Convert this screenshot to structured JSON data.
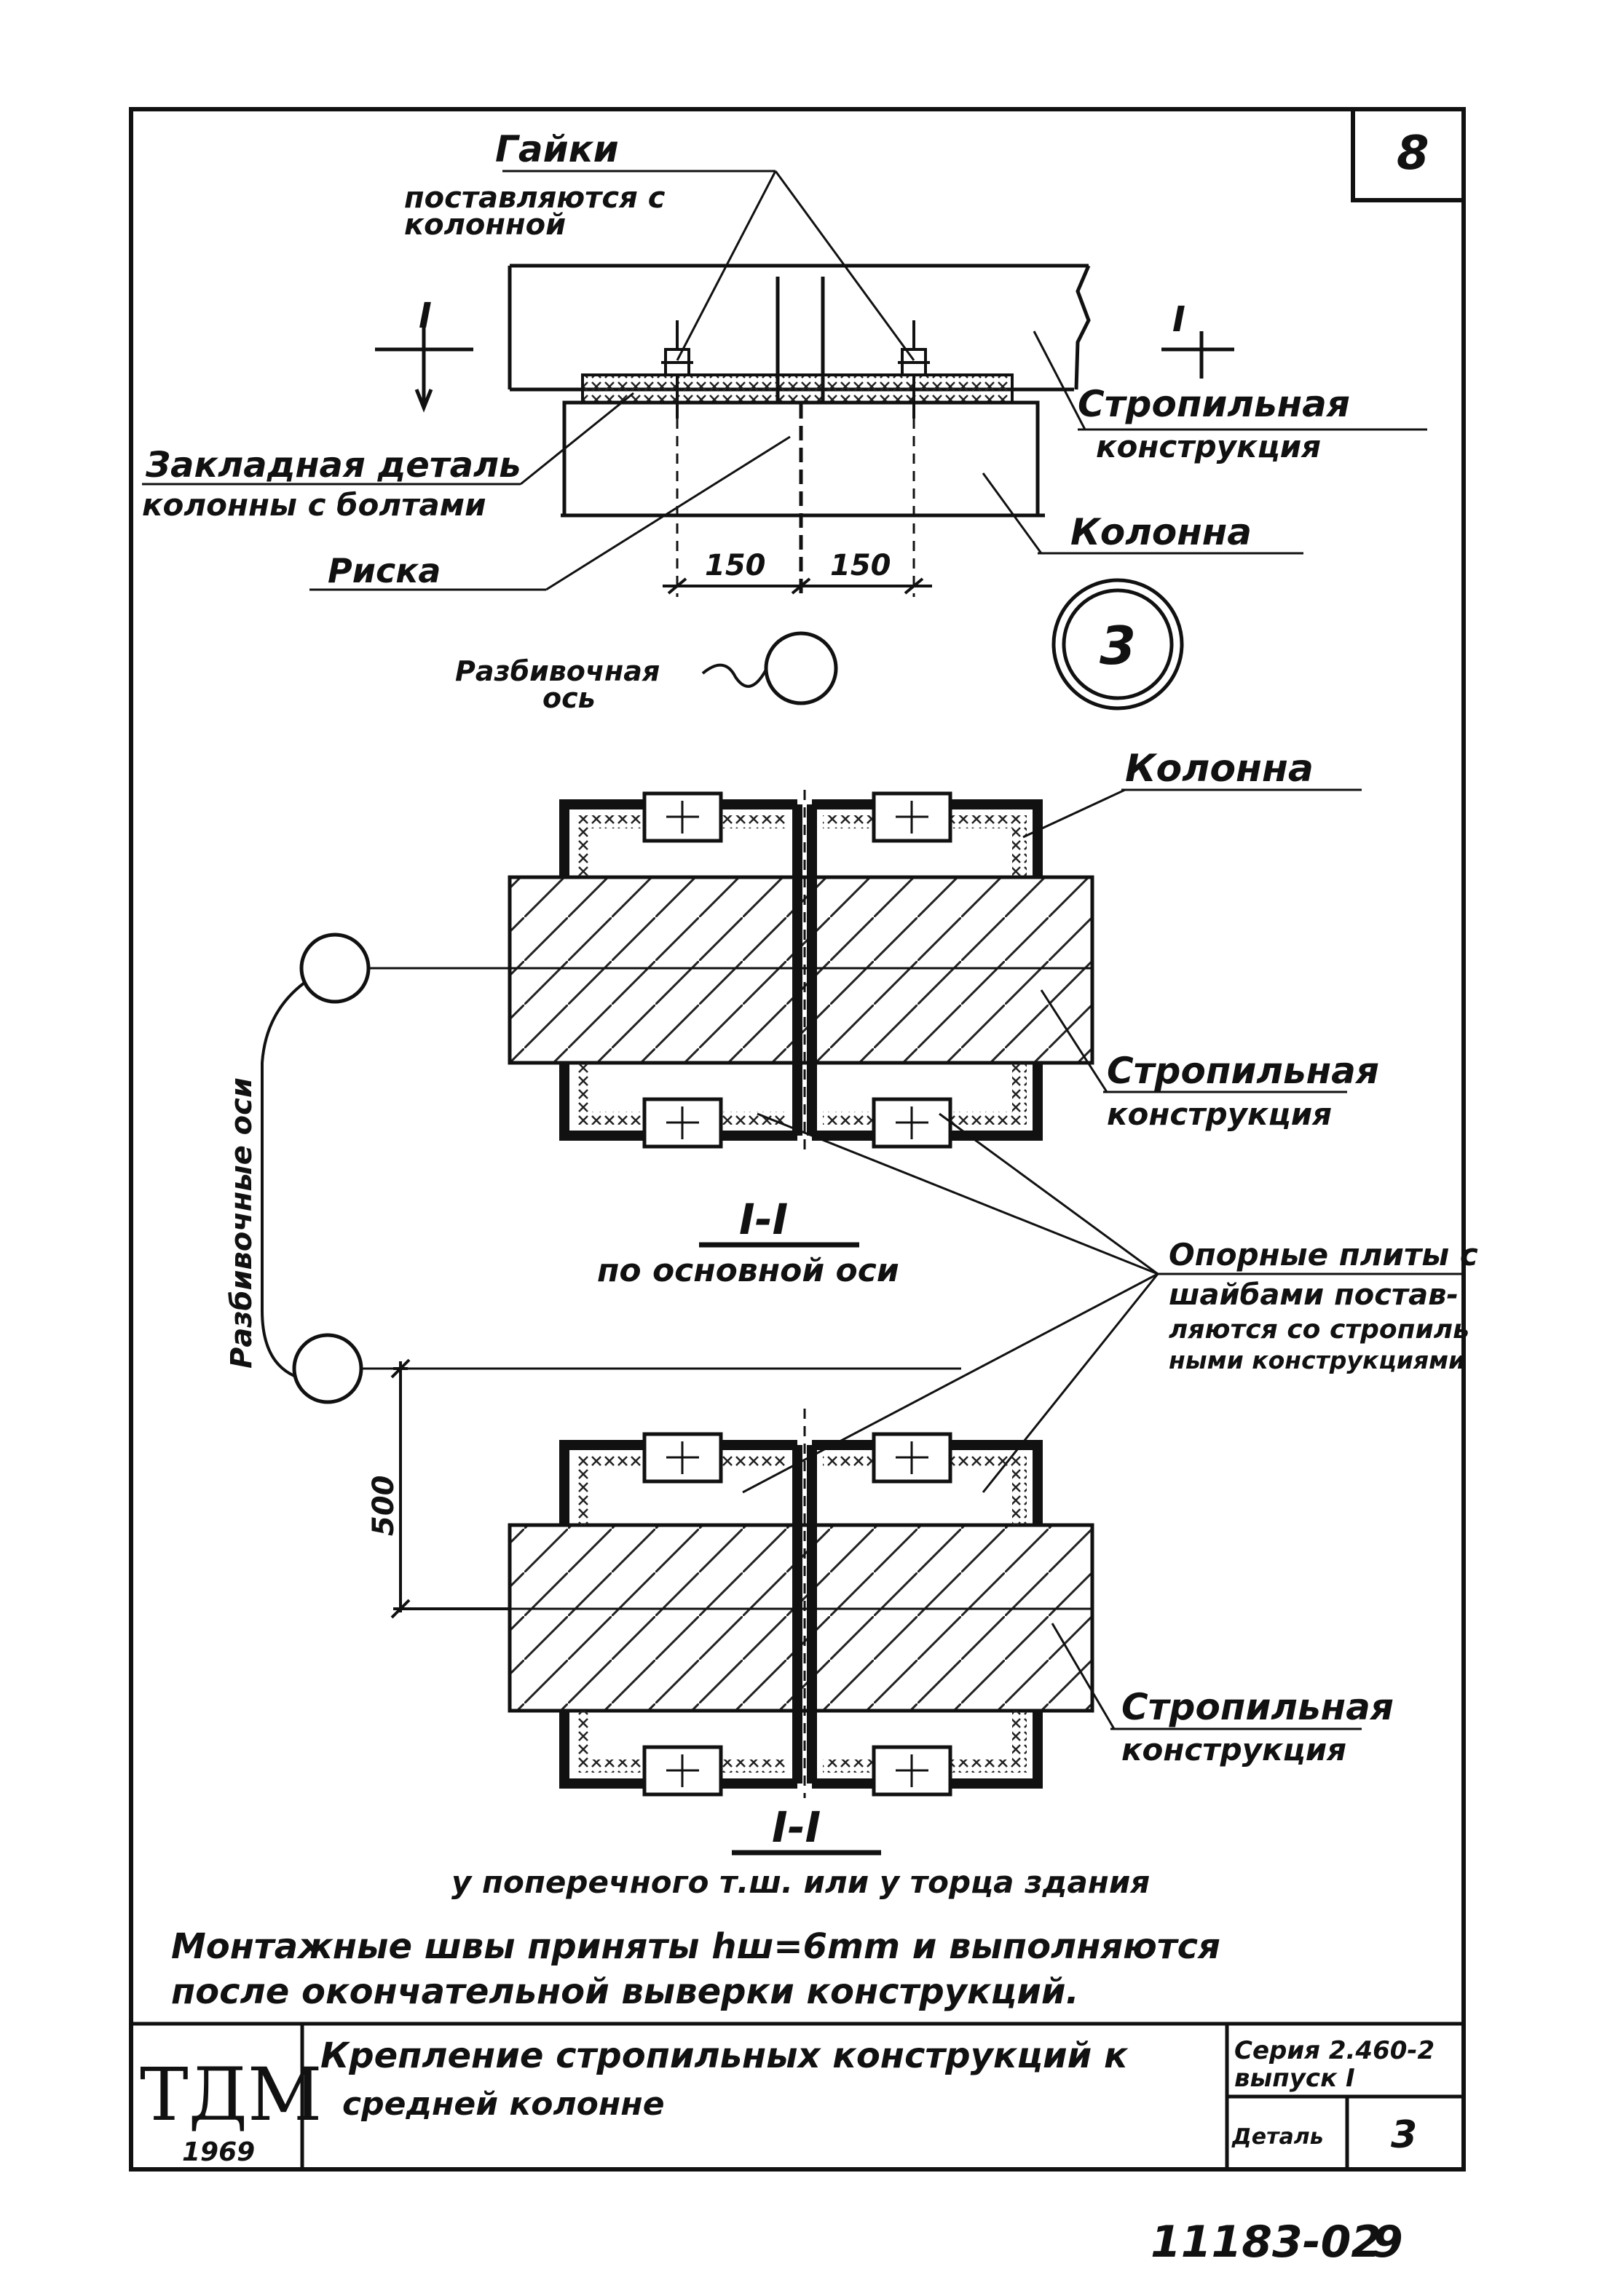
{
  "sheet": {
    "number": "8",
    "footer_code": "11183-02",
    "page": "9"
  },
  "top_view": {
    "nuts_title": "Гайки",
    "nuts_note_1": "поставляются с",
    "nuts_note_2": "колонной",
    "section_mark": "I",
    "rafter_1": "Стропильная",
    "rafter_2": "конструкция",
    "embedded_1": "Закладная деталь",
    "embedded_2": "колонны с болтами",
    "column": "Колонна",
    "mark": "Риска",
    "dim_left": "150",
    "dim_right": "150",
    "axis_1": "Разбивочная",
    "axis_2": "ось",
    "detail_number": "3"
  },
  "section_main": {
    "column": "Колонна",
    "rafter_1": "Стропильная",
    "rafter_2": "конструкция",
    "caption_mark": "I-I",
    "caption": "по основной оси"
  },
  "axes_label": "Разбивочные оси",
  "plates": {
    "line1": "Опорные плиты с",
    "line2": "шайбами постав-",
    "line3": "ляются со стропиль",
    "line4": "ными конструкциями"
  },
  "section_end": {
    "dim": "500",
    "rafter_1": "Стропильная",
    "rafter_2": "конструкция",
    "caption_mark": "I-I",
    "caption": "у поперечного т.ш. или у торца здания"
  },
  "note": {
    "line1": "Монтажные швы приняты hш=6mm и выполняются",
    "line2": "после окончательной выверки конструкций."
  },
  "title_block": {
    "org": "ТДМ",
    "year": "1969",
    "title_1": "Крепление стропильных конструкций к",
    "title_2": "средней колонне",
    "series_1": "Серия 2.460-2",
    "series_2": "выпуск I",
    "detail_label": "Деталь",
    "detail_value": "3"
  }
}
